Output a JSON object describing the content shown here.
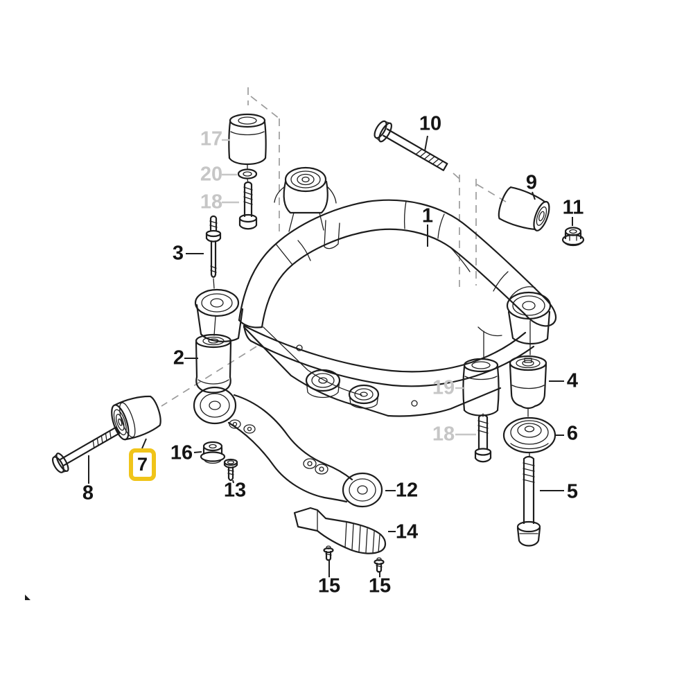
{
  "colors": {
    "background": "#ffffff",
    "line": "#1d1d1d",
    "label": "#141414",
    "muted": "#c6c6c6",
    "dash": "#9b9b9b",
    "highlight": "#f0c419"
  },
  "highlighted_callout": "7",
  "callouts": {
    "c1": "1",
    "c2": "2",
    "c3": "3",
    "c4": "4",
    "c5": "5",
    "c6": "6",
    "c7": "7",
    "c8": "8",
    "c9": "9",
    "c10": "10",
    "c11": "11",
    "c12": "12",
    "c13": "13",
    "c14": "14",
    "c15a": "15",
    "c15b": "15",
    "c16": "16",
    "c17": "17",
    "c18a": "18",
    "c18b": "18",
    "c19": "19",
    "c20": "20"
  }
}
